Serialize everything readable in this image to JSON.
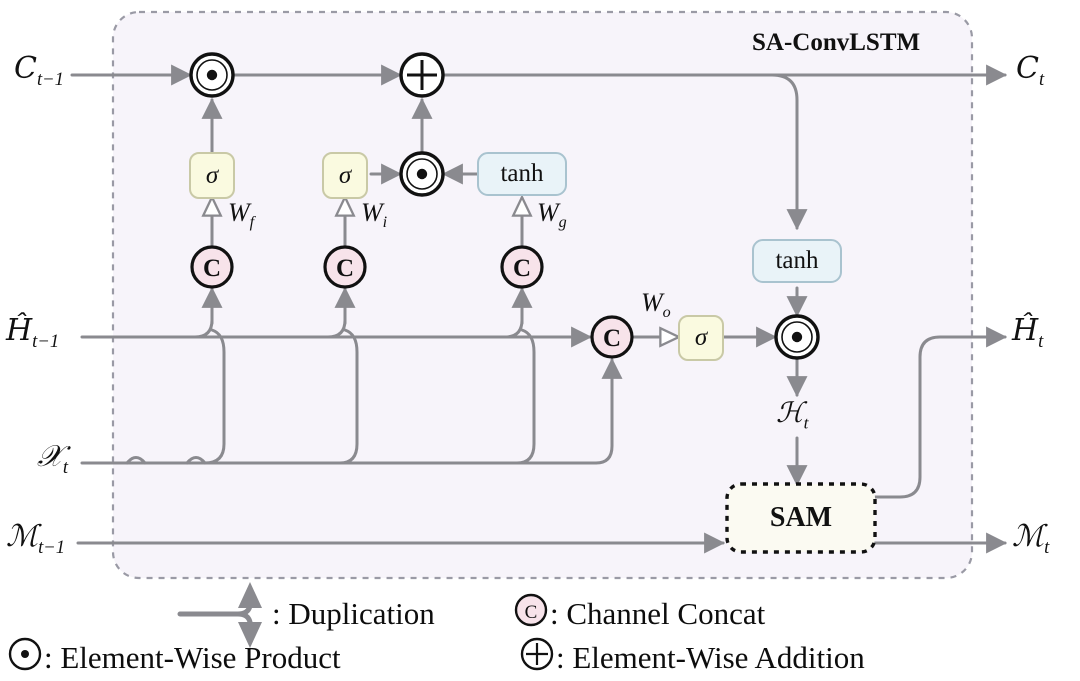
{
  "diagram": {
    "title": "SA-ConvLSTM",
    "container": {
      "fill": "#f7f4fa",
      "border_color": "#9a9aa5",
      "border_style": "dashed"
    },
    "colors": {
      "line": "#8a8a8f",
      "sigma_fill": "#fafae0",
      "sigma_border": "#c9c9a6",
      "tanh_fill": "#e9f3f8",
      "tanh_border": "#a9c3cf",
      "concat_fill": "#f7e3ea",
      "node_border": "#111111",
      "sam_fill": "#fbfaf2",
      "sam_border": "#111111",
      "text": "#111111"
    },
    "inputs": [
      {
        "id": "c-prev",
        "label_base": "C",
        "label_sub": "t−1",
        "name": "cell-state-input"
      },
      {
        "id": "h-prev",
        "label_base": "Ĥ",
        "label_sub": "t−1",
        "name": "hidden-state-input"
      },
      {
        "id": "x-t",
        "label_base": "𝒳",
        "label_sub": "t",
        "name": "input-x"
      },
      {
        "id": "m-prev",
        "label_base": "ℳ",
        "label_sub": "t−1",
        "name": "memory-input"
      }
    ],
    "outputs": [
      {
        "id": "c-t",
        "label_base": "C",
        "label_sub": "t",
        "name": "cell-state-output"
      },
      {
        "id": "h-t-hat",
        "label_base": "Ĥ",
        "label_sub": "t",
        "name": "hidden-state-output"
      },
      {
        "id": "m-t",
        "label_base": "ℳ",
        "label_sub": "t",
        "name": "memory-output"
      }
    ],
    "weights": [
      {
        "id": "wf",
        "base": "W",
        "sub": "f",
        "name": "weight-forget"
      },
      {
        "id": "wi",
        "base": "W",
        "sub": "i",
        "name": "weight-input"
      },
      {
        "id": "wg",
        "base": "W",
        "sub": "g",
        "name": "weight-gate"
      },
      {
        "id": "wo",
        "base": "W",
        "sub": "o",
        "name": "weight-output"
      }
    ],
    "gates": [
      {
        "id": "sigma-f",
        "text": "σ",
        "kind": "sigmoid",
        "name": "sigmoid-forget-gate"
      },
      {
        "id": "sigma-i",
        "text": "σ",
        "kind": "sigmoid",
        "name": "sigmoid-input-gate"
      },
      {
        "id": "tanh-g",
        "text": "tanh",
        "kind": "tanh",
        "name": "tanh-candidate"
      },
      {
        "id": "sigma-o",
        "text": "σ",
        "kind": "sigmoid",
        "name": "sigmoid-output-gate"
      },
      {
        "id": "tanh-c",
        "text": "tanh",
        "kind": "tanh",
        "name": "tanh-cell"
      }
    ],
    "concats": [
      {
        "id": "c1",
        "text": "C",
        "name": "channel-concat-forget"
      },
      {
        "id": "c2",
        "text": "C",
        "name": "channel-concat-input"
      },
      {
        "id": "c3",
        "text": "C",
        "name": "channel-concat-gate"
      },
      {
        "id": "c4",
        "text": "C",
        "name": "channel-concat-output"
      }
    ],
    "ops": [
      {
        "id": "mul-f",
        "symbol": "⊙",
        "name": "elementwise-product-forget"
      },
      {
        "id": "add-c",
        "symbol": "⊕",
        "name": "elementwise-addition-cell"
      },
      {
        "id": "mul-i",
        "symbol": "⊙",
        "name": "elementwise-product-input"
      },
      {
        "id": "mul-o",
        "symbol": "⊙",
        "name": "elementwise-product-output"
      }
    ],
    "sam_block": {
      "label": "SAM",
      "name": "sam-block"
    },
    "intermediate": {
      "h_t_base": "ℋ",
      "h_t_sub": "t",
      "name": "hidden-state-intermediate"
    }
  },
  "legend": {
    "items": [
      {
        "id": "duplication",
        "symbol": "duplication-fork",
        "text": ": Duplication",
        "name": "legend-duplication"
      },
      {
        "id": "channel-concat",
        "symbol": "C",
        "text": ": Channel Concat",
        "name": "legend-channel-concat"
      },
      {
        "id": "elementwise-product",
        "symbol": "⊙",
        "text": ": Element-Wise Product",
        "name": "legend-elementwise-product"
      },
      {
        "id": "elementwise-addition",
        "symbol": "⊕",
        "text": ": Element-Wise Addition",
        "name": "legend-elementwise-addition"
      }
    ]
  }
}
